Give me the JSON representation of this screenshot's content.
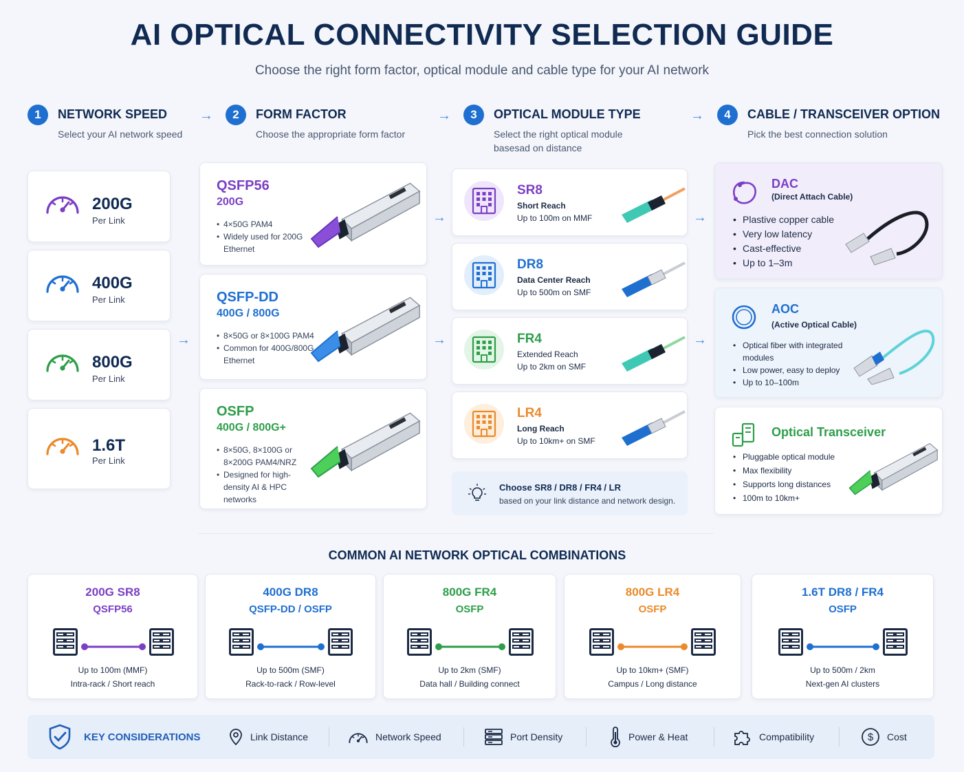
{
  "header": {
    "title": "AI OPTICAL CONNECTIVITY SELECTION GUIDE",
    "subtitle": "Choose the right form factor, optical module and cable type for your AI network"
  },
  "steps": [
    {
      "num": "1",
      "title": "NETWORK SPEED",
      "desc": "Select your AI network speed"
    },
    {
      "num": "2",
      "title": "FORM FACTOR",
      "desc": "Choose the appropriate form factor"
    },
    {
      "num": "3",
      "title": "OPTICAL MODULE TYPE",
      "desc": "Select the right optical module basesad on distance"
    },
    {
      "num": "4",
      "title": "CABLE / TRANSCEIVER OPTION",
      "desc": "Pick the best connection solution"
    }
  ],
  "speeds": [
    {
      "value": "200G",
      "unit": "Per Link",
      "color": "#7b3fc4"
    },
    {
      "value": "400G",
      "unit": "Per Link",
      "color": "#1f6fd1"
    },
    {
      "value": "800G",
      "unit": "Per Link",
      "color": "#2e9e4a"
    },
    {
      "value": "1.6T",
      "unit": "Per Link",
      "color": "#ea8a2a"
    }
  ],
  "form_factors": [
    {
      "name": "QSFP56",
      "speed": "200G",
      "bullets": [
        "4×50G PAM4",
        "Widely used for 200G Ethernet"
      ],
      "color": "#7b3fc4"
    },
    {
      "name": "QSFP-DD",
      "speed": "400G / 800G",
      "bullets": [
        "8×50G or 8×100G PAM4",
        "Common for 400G/800G Ethernet"
      ],
      "color": "#1f6fd1"
    },
    {
      "name": "OSFP",
      "speed": "400G / 800G+",
      "bullets": [
        "8×50G, 8×100G or 8×200G PAM4/NRZ",
        "Designed for high-density AI & HPC networks"
      ],
      "color": "#2e9e4a"
    }
  ],
  "modules": [
    {
      "name": "SR8",
      "reach": "Short Reach",
      "distance": "Up to 100m on MMF",
      "color": "#7b3fc4",
      "plug": "#3fc9b4"
    },
    {
      "name": "DR8",
      "reach": "Data Center Reach",
      "distance": "Up to 500m on SMF",
      "color": "#1f6fd1",
      "plug": "#1f6fd1"
    },
    {
      "name": "FR4",
      "reach": "Extended Reach",
      "distance": "Up to 2km on SMF",
      "color": "#2e9e4a",
      "plug": "#3fc9b4"
    },
    {
      "name": "LR4",
      "reach": "Long Reach",
      "distance": "Up to 10km+ on SMF",
      "color": "#ea8a2a",
      "plug": "#1f6fd1"
    }
  ],
  "tip": {
    "line1": "Choose SR8 / DR8 / FR4 / LR",
    "line2": "based on your link distance and network design."
  },
  "cables": [
    {
      "name": "DAC",
      "sub": "(Direct Attach Cable)",
      "bullets": [
        "Plastive copper cable",
        "Very low latency",
        "Cast-effective",
        "Up to 1–3m"
      ],
      "color": "#7b3fc4"
    },
    {
      "name": "AOC",
      "sub": "(Active Optical Cable)",
      "bullets": [
        "Optical fiber with integrated modules",
        "Low power, easy to deploy",
        "Up to 10–100m"
      ],
      "color": "#1f6fd1"
    },
    {
      "name": "Optical Transceiver",
      "sub": "",
      "bullets": [
        "Pluggable optical module",
        "Max flexibility",
        "Supports long distances",
        "100m to 10km+"
      ],
      "color": "#2e9e4a"
    }
  ],
  "combos_title": "COMMON AI NETWORK OPTICAL COMBINATIONS",
  "combos": [
    {
      "title": "200G SR8",
      "sub": "QSFP56",
      "line1": "Up to 100m (MMF)",
      "line2": "Intra-rack / Short reach",
      "color": "#7b3fc4"
    },
    {
      "title": "400G DR8",
      "sub": "QSFP-DD / OSFP",
      "line1": "Up to 500m (SMF)",
      "line2": "Rack-to-rack / Row-level",
      "color": "#1f6fd1"
    },
    {
      "title": "800G FR4",
      "sub": "OSFP",
      "line1": "Up to 2km (SMF)",
      "line2": "Data hall / Building connect",
      "color": "#2e9e4a"
    },
    {
      "title": "800G LR4",
      "sub": "OSFP",
      "line1": "Up to 10km+ (SMF)",
      "line2": "Campus / Long distance",
      "color": "#ea8a2a"
    },
    {
      "title": "1.6T DR8 / FR4",
      "sub": "OSFP",
      "line1": "Up to 500m / 2km",
      "line2": "Next-gen AI clusters",
      "color": "#1f6fd1"
    }
  ],
  "considerations": {
    "title": "KEY CONSIDERATIONS",
    "items": [
      {
        "label": "Link Distance",
        "icon": "location-pin-icon"
      },
      {
        "label": "Network Speed",
        "icon": "speedometer-icon"
      },
      {
        "label": "Port Density",
        "icon": "server-rack-icon"
      },
      {
        "label": "Power & Heat",
        "icon": "thermometer-icon"
      },
      {
        "label": "Compatibility",
        "icon": "puzzle-icon"
      },
      {
        "label": "Cost",
        "icon": "dollar-icon"
      }
    ]
  }
}
